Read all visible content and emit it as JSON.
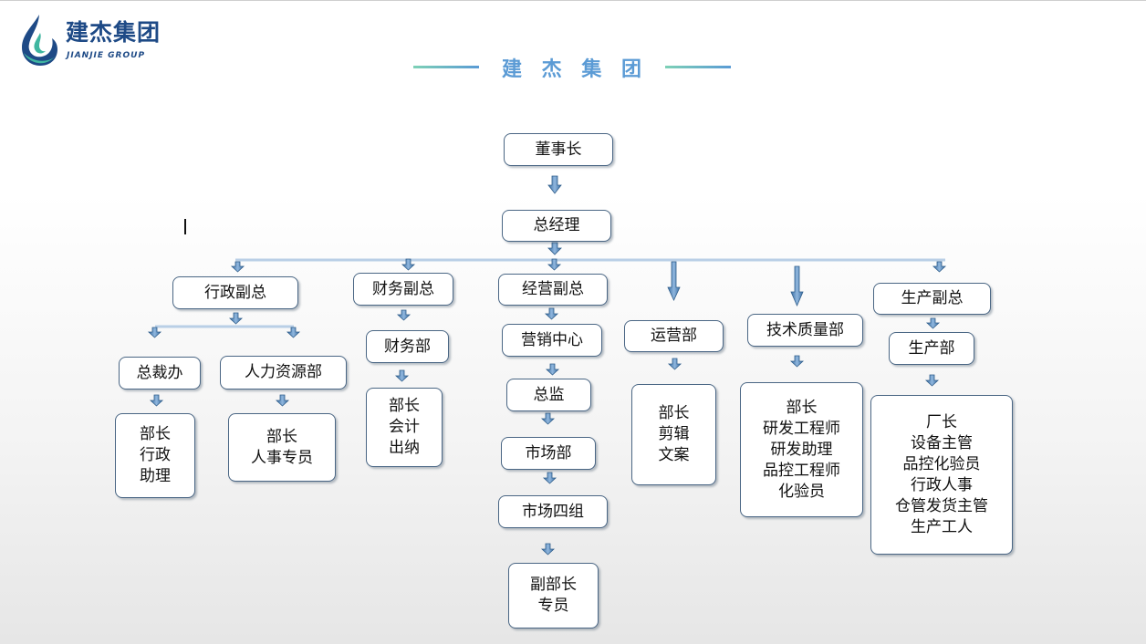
{
  "header": {
    "logo_name": "建杰集团",
    "logo_sub": "JIANJIE GROUP",
    "title": "建 杰 集 团",
    "accent_color": "#5b9bd5"
  },
  "org": {
    "chairman": "董事长",
    "general_manager": "总经理",
    "admin_vp": "行政副总",
    "president_office": "总裁办",
    "president_office_staff": "部长\n行政\n助理",
    "hr_dept": "人力资源部",
    "hr_staff": "部长\n人事专员",
    "finance_vp": "财务副总",
    "finance_dept": "财务部",
    "finance_staff": "部长\n会计\n出纳",
    "business_vp": "经营副总",
    "marketing_center": "营销中心",
    "director": "总监",
    "market_dept": "市场部",
    "market_group4": "市场四组",
    "market_staff": "副部长\n专员",
    "operations_dept": "运营部",
    "operations_staff": "部长\n剪辑\n文案",
    "tech_quality_dept": "技术质量部",
    "tech_quality_staff": "部长\n研发工程师\n研发助理\n品控工程师\n化验员",
    "production_vp": "生产副总",
    "production_dept": "生产部",
    "production_staff": "厂长\n设备主管\n品控化验员\n行政人事\n仓管发货主管\n生产工人"
  }
}
